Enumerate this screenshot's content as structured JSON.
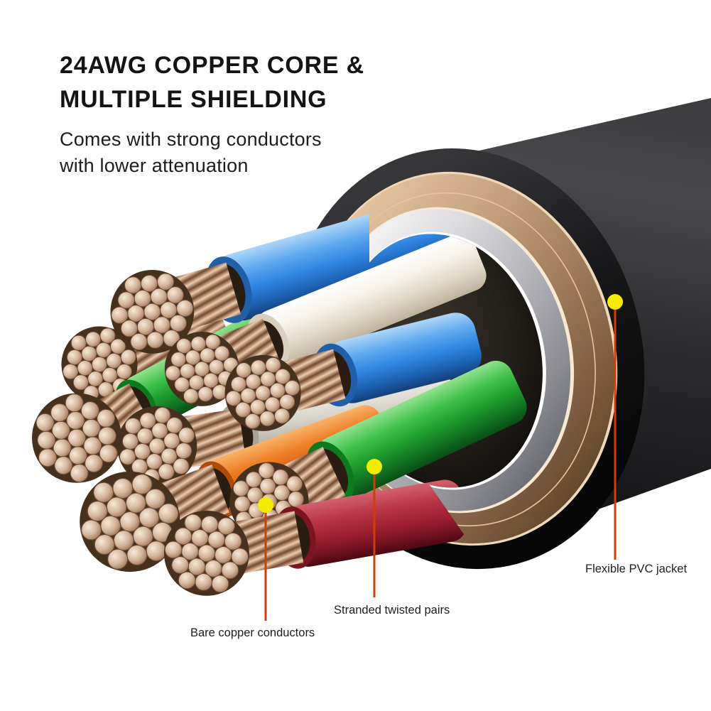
{
  "heading": {
    "title_line1": "24AWG COPPER CORE &",
    "title_line2": "MULTIPLE SHIELDING",
    "subtitle_line1": "Comes with strong conductors",
    "subtitle_line2": "with lower attenuation"
  },
  "callouts": {
    "flexible_pvc_jacket": {
      "label": "Flexible PVC jacket"
    },
    "stranded_twisted_pairs": {
      "label": "Stranded twisted pairs"
    },
    "bare_copper_conductors": {
      "label": "Bare copper conductors"
    }
  },
  "colors": {
    "background": "#ffffff",
    "accent_dot": "#f4ec00",
    "leader_line": "#d23c05",
    "label_text": "#1f1f1f",
    "heading_text": "#141414",
    "jacket_black": "#1a1a1c",
    "shield_braid_bronze": "#c5a07e",
    "shield_foil_silver": "#c6c7cb",
    "bare_copper": "#caa184",
    "wire_blue": "#2f86e2",
    "wire_white": "#f2ede3",
    "wire_gray": "#d6d2c8",
    "wire_green": "#1f9e2e",
    "wire_orange": "#d95f12",
    "wire_red": "#a32030"
  }
}
